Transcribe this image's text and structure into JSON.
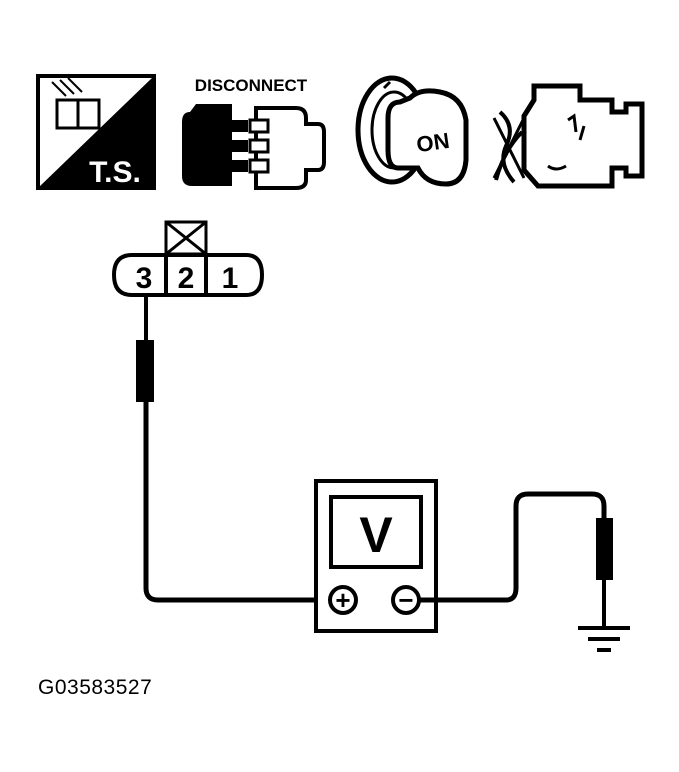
{
  "icons": {
    "troubleshoot_label": "T.S.",
    "disconnect_label": "DISCONNECT",
    "ignition_label": "ON"
  },
  "connector": {
    "pins": [
      "3",
      "2",
      "1"
    ],
    "unused_pin": "2",
    "probe_pin": "3"
  },
  "meter": {
    "display_label": "V",
    "positive_symbol": "+",
    "negative_symbol": "−"
  },
  "ground_symbol": "ground-icon",
  "figure_id": "G03583527"
}
